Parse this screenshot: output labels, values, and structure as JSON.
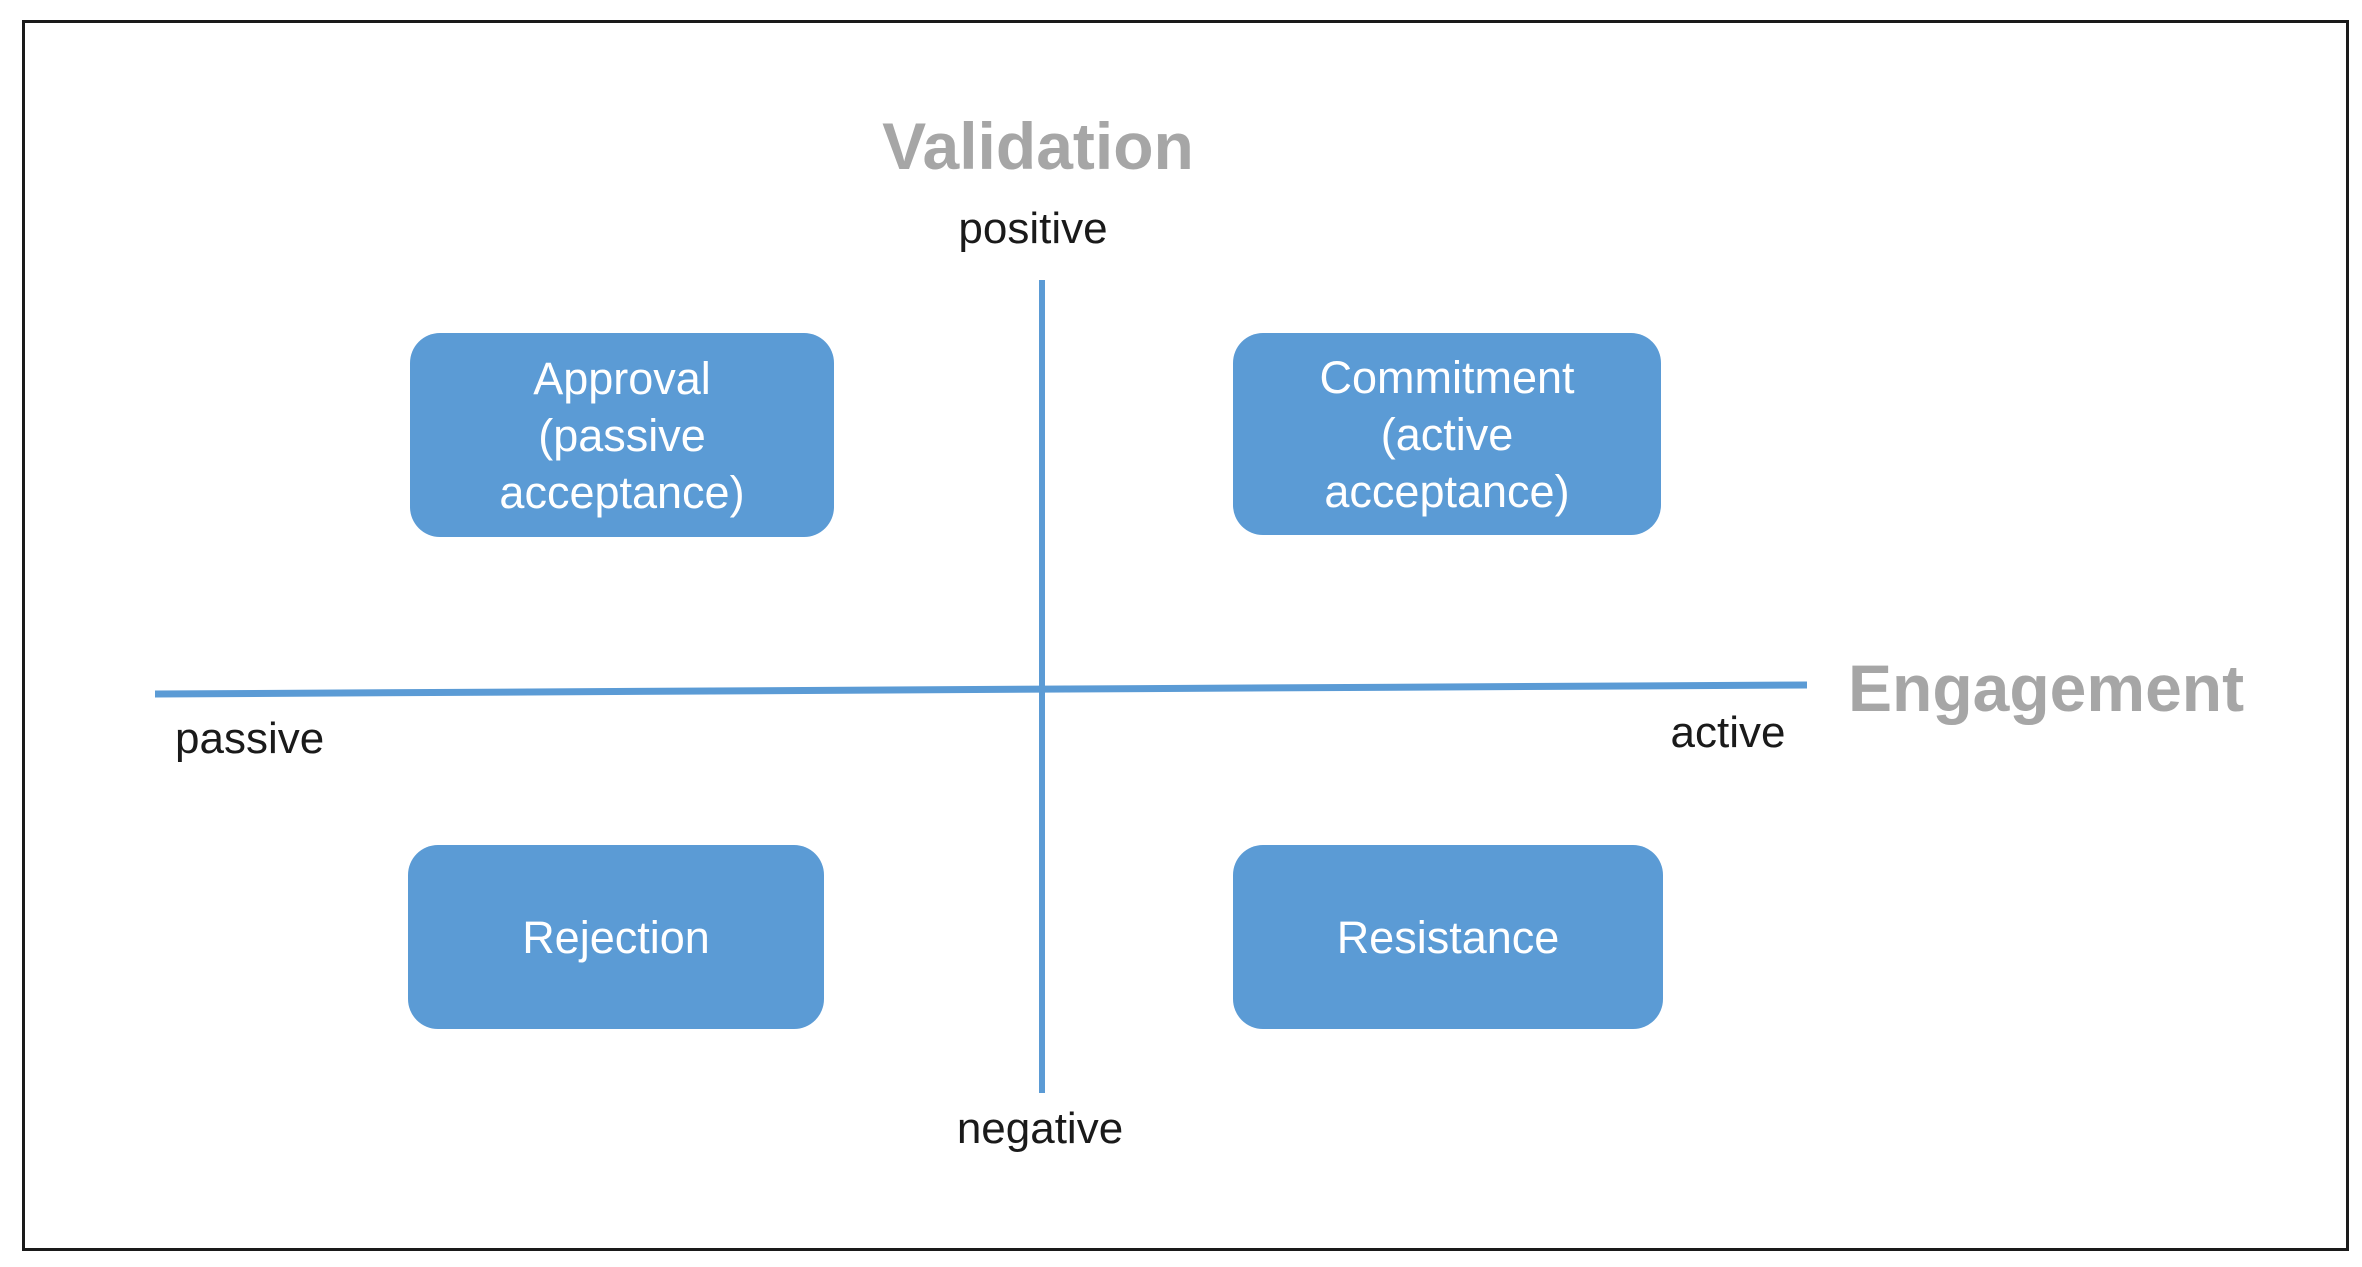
{
  "diagram": {
    "vertical_axis": {
      "title": "Validation",
      "top_label": "positive",
      "bottom_label": "negative"
    },
    "horizontal_axis": {
      "title": "Engagement",
      "left_label": "passive",
      "right_label": "active"
    },
    "quadrants": {
      "top_left": "Approval\n(passive\nacceptance)",
      "top_right": "Commitment\n(active\nacceptance)",
      "bottom_left": "Rejection",
      "bottom_right": "Resistance"
    },
    "colors": {
      "box_fill": "#5b9bd5",
      "box_text": "#ffffff",
      "axis_line": "#5b9bd5",
      "axis_title_text": "#a6a6a6",
      "tick_label_text": "#1a1a1a",
      "frame_border": "#1a1a1a",
      "background": "#ffffff"
    }
  }
}
